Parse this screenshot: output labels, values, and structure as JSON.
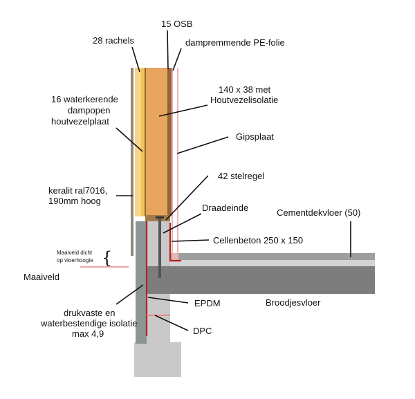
{
  "labels": {
    "osb": "15 OSB",
    "rachels": "28 rachels",
    "pe_folie": "dampremmende PE-folie",
    "insulation_1": "140 x 38 met",
    "insulation_2": "Houtvezelisolatie",
    "wood_fibre_1": "16 waterkerende",
    "wood_fibre_2": "dampopen",
    "wood_fibre_3": "houtvezelplaat",
    "gipsplaat": "Gipsplaat",
    "stelregel": "42 stelregel",
    "keralit_1": "keralit ral7016,",
    "keralit_2": "190mm hoog",
    "draadeinde": "Draadeinde",
    "cementdekvloer": "Cementdekvloer (50)",
    "cellenbeton": "Cellenbeton 250 x 150",
    "maaiveld_note_1": "Maaiveld dicht",
    "maaiveld_note_2": "op vloerhoogte",
    "maaiveld": "Maaiveld",
    "epdm": "EPDM",
    "broodjesvloer": "Broodjesvloer",
    "isolatie_1": "drukvaste en",
    "isolatie_2": "waterbestendige isolatie",
    "isolatie_3": "max 4,9",
    "dpc": "DPC"
  },
  "colors": {
    "insulation": "#e8a55d",
    "insulation_stripe": "#8a6a2a",
    "wood_fibre": "#f3c45a",
    "batten": "#f7d58a",
    "cladding": "#8e877b",
    "gypsum": "#e8b4b4",
    "stud": "#a07a4a",
    "concrete_block": "#c9c9c9",
    "insulation_board": "#8b9694",
    "slab": "#7d7d7d",
    "screed_top": "#9e9e9e",
    "screed_light": "#d3d3d3",
    "epdm": "#b52020",
    "ground_line": "#e88888",
    "leader": "#111111"
  }
}
